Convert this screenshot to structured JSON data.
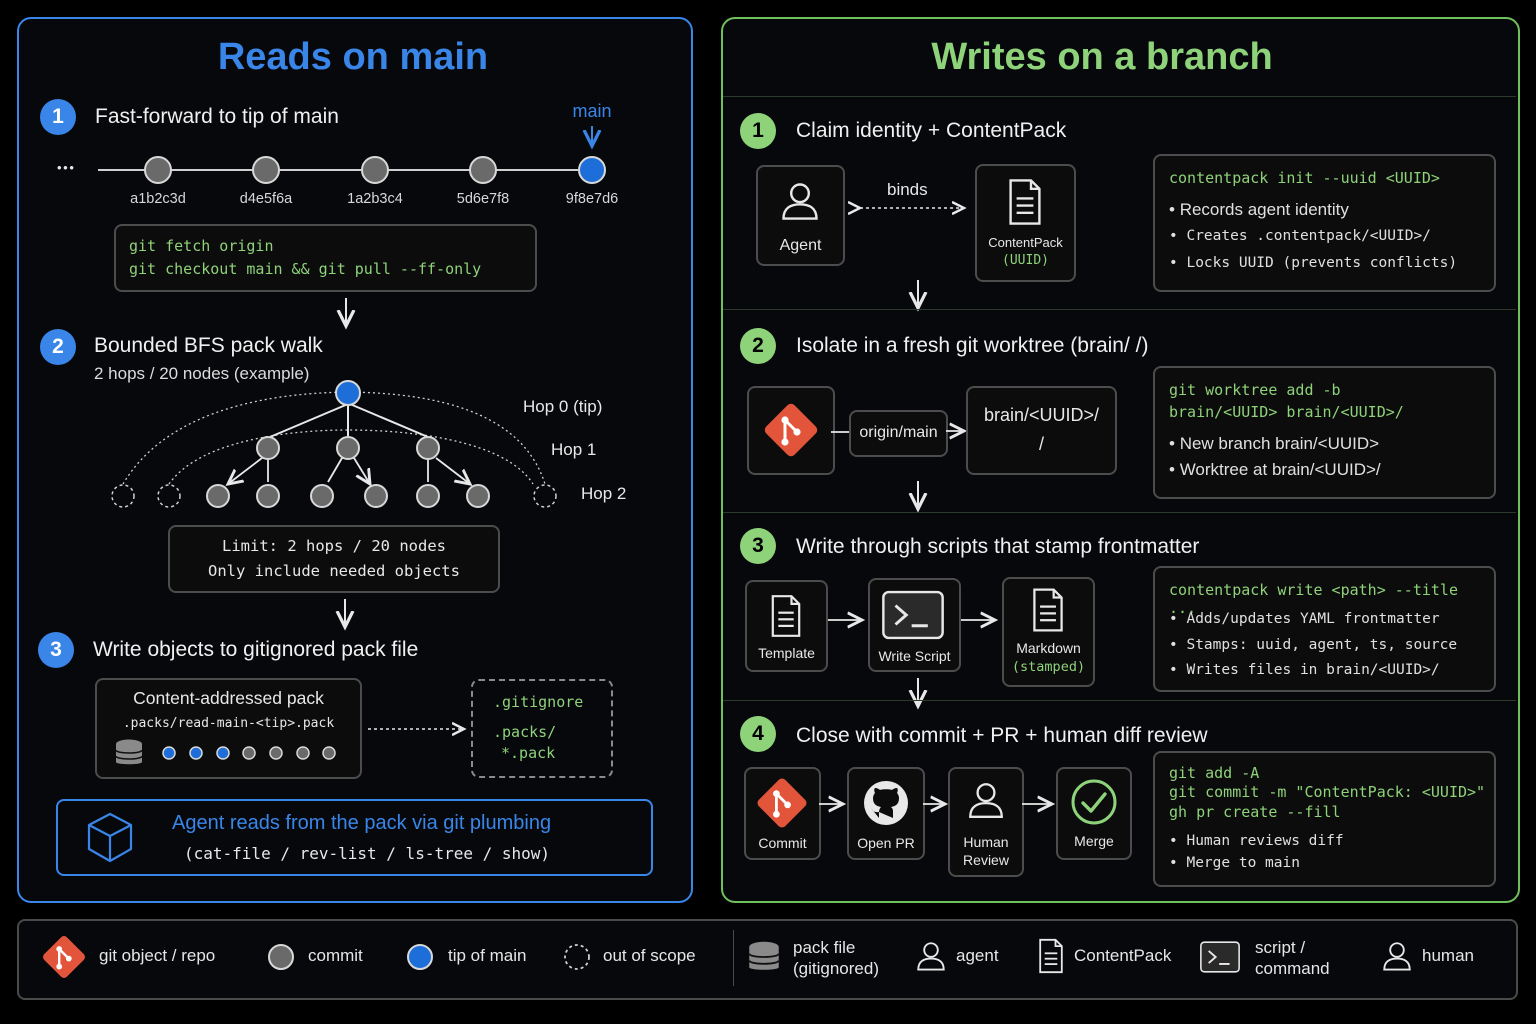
{
  "left": {
    "title": "Reads on main",
    "step1": {
      "num": "1",
      "title": "Fast-forward to tip of main",
      "main_label": "main",
      "ellipsis": "• • •",
      "commits": [
        "a1b2c3d",
        "d4e5f6a",
        "1a2b3c4",
        "5d6e7f8",
        "9f8e7d6"
      ],
      "code": [
        "git fetch origin",
        "git checkout main && git pull --ff-only"
      ]
    },
    "step2": {
      "num": "2",
      "title": "Bounded BFS pack walk",
      "subtitle": "2 hops / 20 nodes (example)",
      "hops": [
        "Hop 0 (tip)",
        "Hop 1",
        "Hop 2"
      ],
      "limit": [
        "Limit: 2 hops / 20 nodes",
        "Only include needed objects"
      ]
    },
    "step3": {
      "num": "3",
      "title": "Write objects to gitignored pack file",
      "pack_title": "Content-addressed pack",
      "pack_path": ".packs/read-main-<tip>.pack",
      "gitignore": [
        ".gitignore",
        ".packs/",
        "*.pack"
      ]
    },
    "banner": {
      "title": "Agent reads from the pack via git plumbing",
      "subtitle": "(cat-file / rev-list / ls-tree / show)"
    }
  },
  "right": {
    "title": "Writes on a branch",
    "step1": {
      "num": "1",
      "title": "Claim identity + ContentPack",
      "agent": "Agent",
      "binds": "binds",
      "contentpack": "ContentPack",
      "uuid": "(UUID)",
      "code": "contentpack init --uuid <UUID>",
      "bullets": [
        "Records agent identity",
        "Creates .contentpack/<UUID>/",
        "Locks UUID (prevents conflicts)"
      ]
    },
    "step2": {
      "num": "2",
      "title": "Isolate in a fresh git worktree (brain/ /)",
      "origin": "origin/main",
      "brain": [
        "brain/<UUID>/",
        "/"
      ],
      "code": [
        "git worktree add -b",
        "brain/<UUID> brain/<UUID>/"
      ],
      "bullets": [
        "New branch brain/<UUID>",
        "Worktree at brain/<UUID>/"
      ]
    },
    "step3": {
      "num": "3",
      "title": "Write through scripts that stamp frontmatter",
      "template": "Template",
      "script": "Write Script",
      "markdown": "Markdown",
      "stamped": "(stamped)",
      "code": "contentpack write <path> --title ...",
      "bullets": [
        "Adds/updates YAML frontmatter",
        "Stamps: uuid, agent, ts, source",
        "Writes files in brain/<UUID>/"
      ]
    },
    "step4": {
      "num": "4",
      "title": "Close with commit + PR + human diff review",
      "commit": "Commit",
      "open_pr": "Open PR",
      "human": [
        "Human",
        "Review"
      ],
      "merge": "Merge",
      "code": [
        "git add -A",
        "git commit -m \"ContentPack: <UUID>\"",
        "gh pr create --fill"
      ],
      "bullets": [
        "Human reviews diff",
        "Merge to main"
      ]
    }
  },
  "legend": {
    "git_object": "git object / repo",
    "commit": "commit",
    "tip": "tip of main",
    "out_of_scope": "out of scope",
    "pack_file": [
      "pack file",
      "(gitignored)"
    ],
    "agent": "agent",
    "contentpack": "ContentPack",
    "script": [
      "script /",
      "command"
    ],
    "human": "human"
  },
  "colors": {
    "blue": "#3a86e8",
    "green": "#8ed27a",
    "git": "#e2553a"
  }
}
